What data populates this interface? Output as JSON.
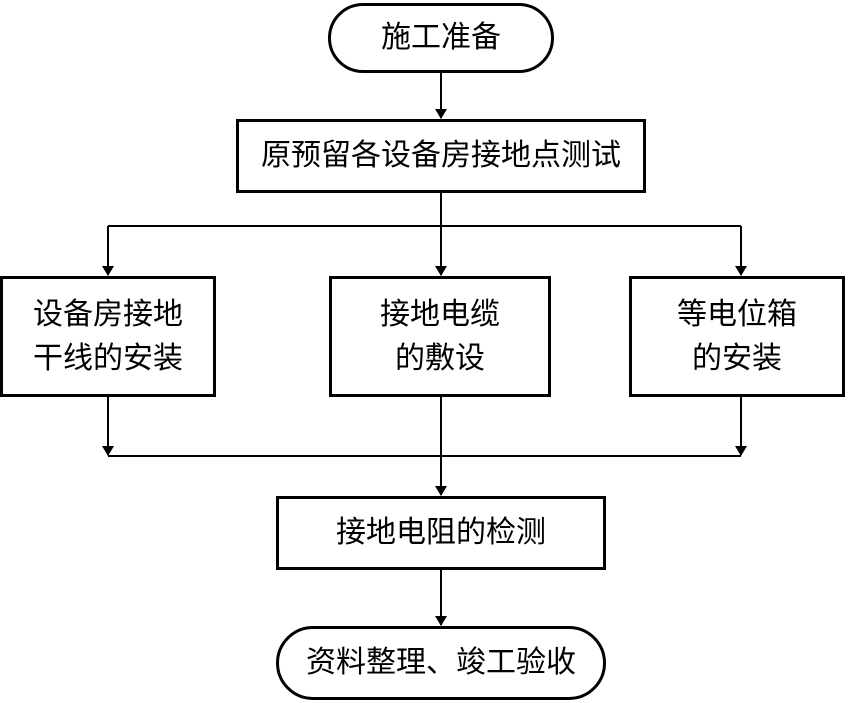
{
  "flowchart": {
    "start": "施工准备",
    "step1": "原预留各设备房接地点测试",
    "branches": [
      {
        "line1": "设备房接地",
        "line2": "干线的安装"
      },
      {
        "line1": "接地电缆",
        "line2": "的敷设"
      },
      {
        "line1": "等电位箱",
        "line2": "的安装"
      }
    ],
    "step3": "接地电阻的检测",
    "end": "资料整理、竣工验收"
  }
}
